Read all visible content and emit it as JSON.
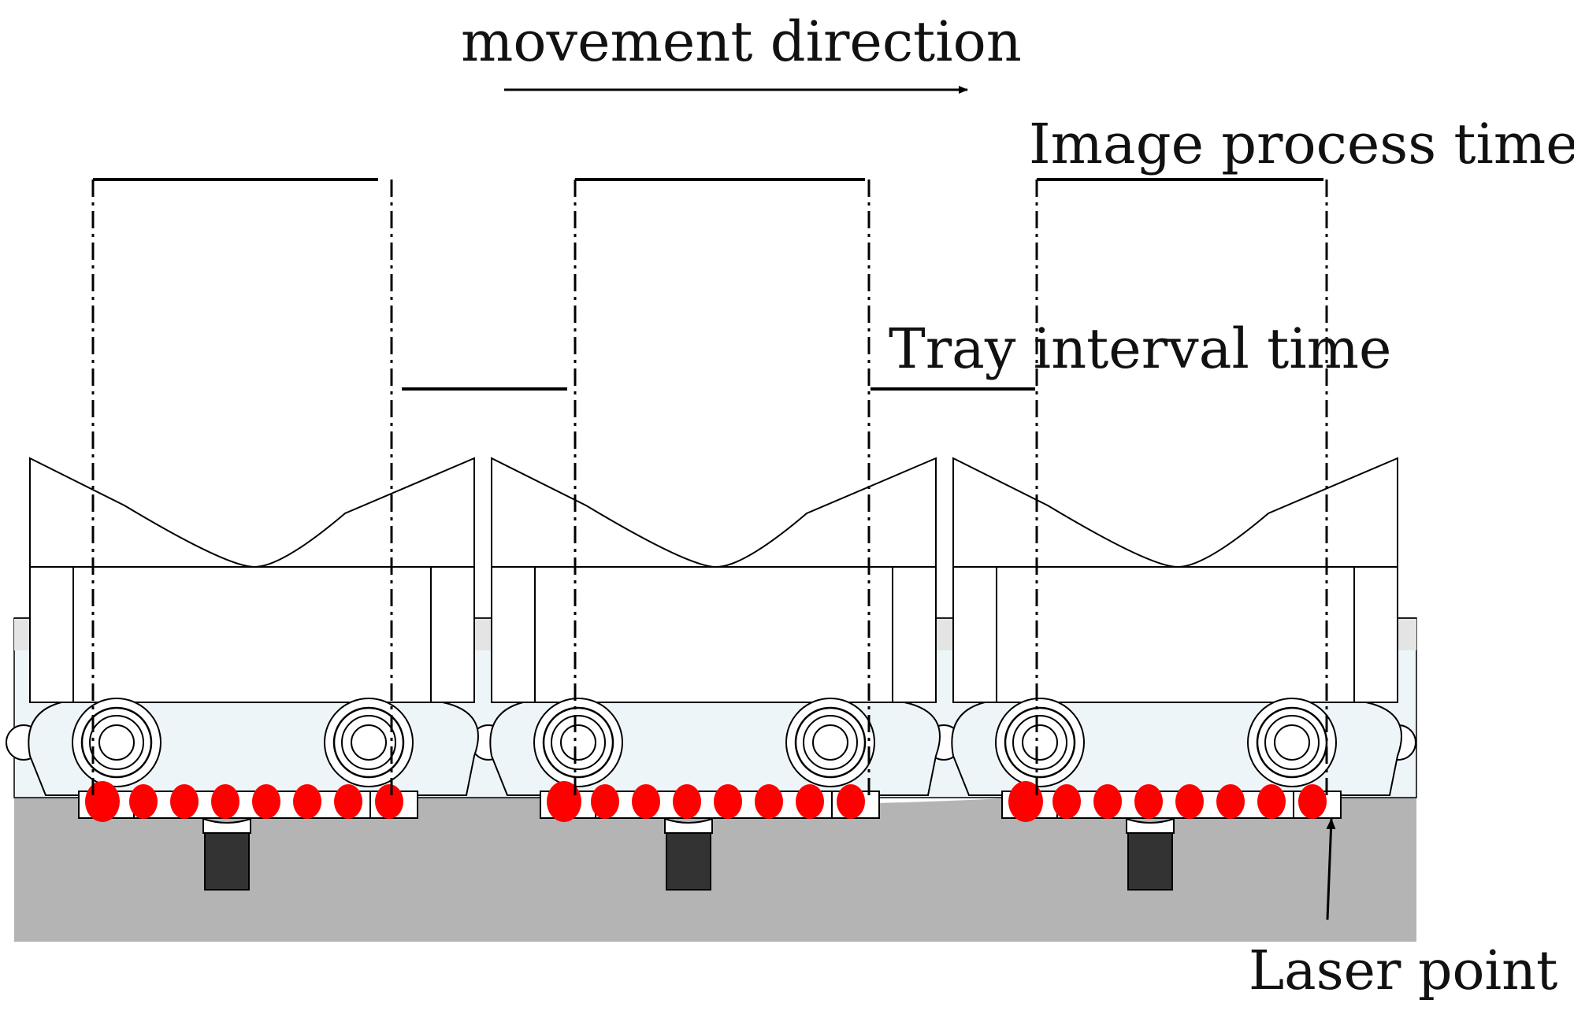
{
  "labels": {
    "movement_direction": "movement direction",
    "image_process_time": "Image process time",
    "tray_interval_time": "Tray interval time",
    "laser_point": "Laser point"
  },
  "trays": [
    {
      "id": 1,
      "laser_points": 8
    },
    {
      "id": 2,
      "laser_points": 8
    },
    {
      "id": 3,
      "laser_points": 8
    }
  ],
  "colors": {
    "laser": "#ff0000",
    "ground": "#b4b4b4",
    "chain": "#eef5f8",
    "line": "#000000",
    "post": "#333333"
  }
}
